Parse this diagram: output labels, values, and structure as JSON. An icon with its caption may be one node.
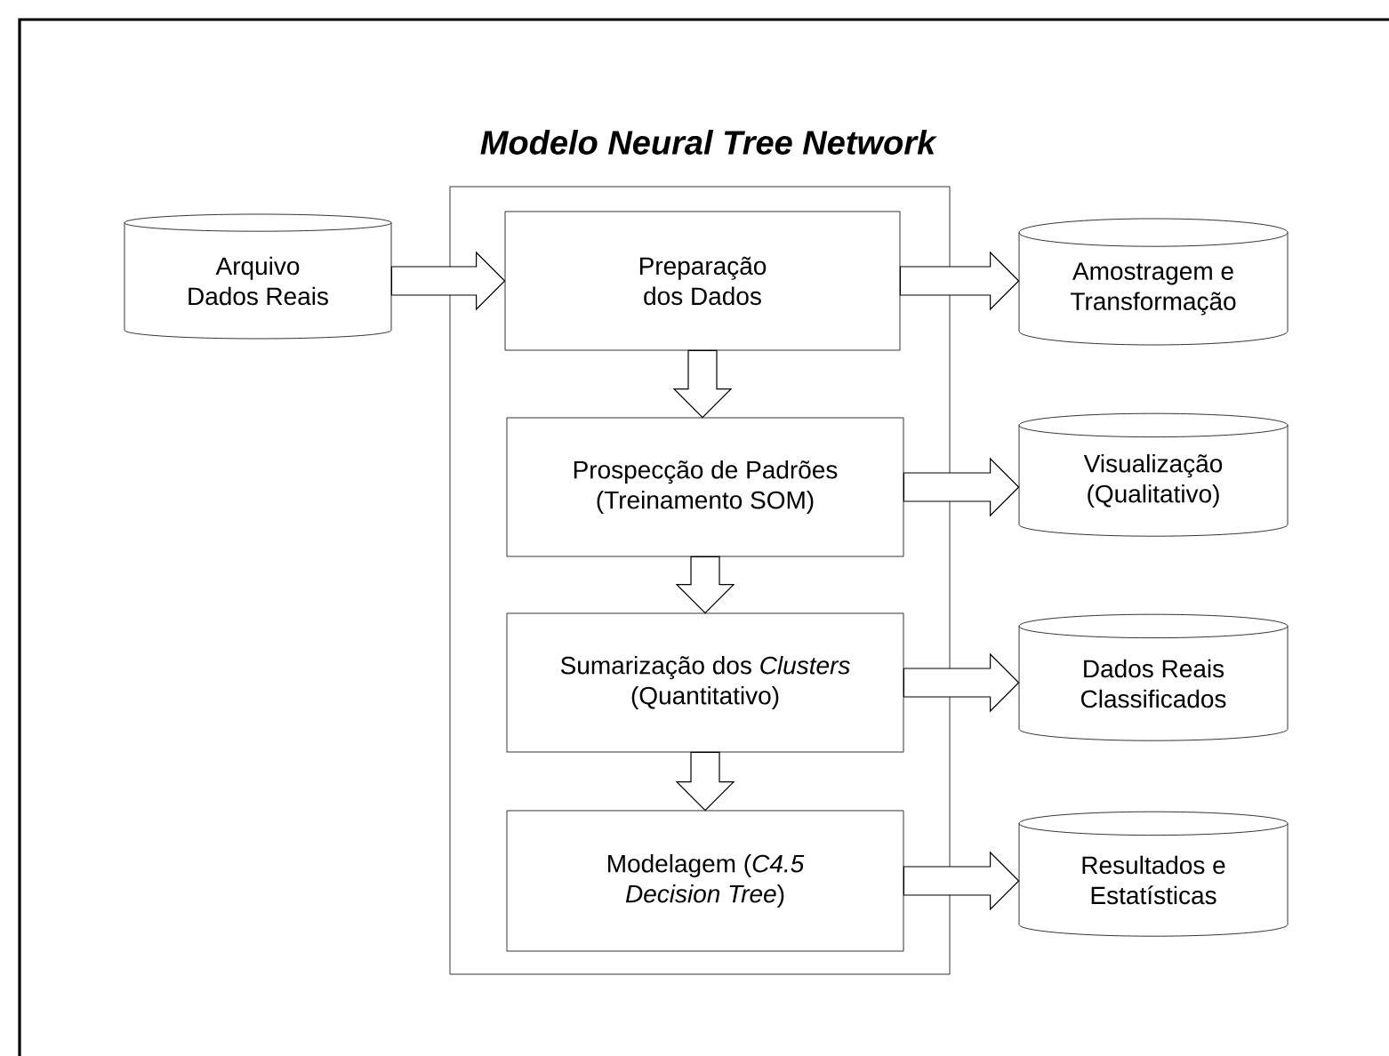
{
  "diagram": {
    "title": "Modelo Neural Tree Network",
    "nodes": [
      {
        "text": [
          "Arquivo Dados Reais"
        ]
      },
      {
        "text": [],
        "shape": "box"
      },
      {
        "text": [
          "Preparação dos Dados"
        ],
        "in": 1
      },
      {
        "text": [
          "Prospecção de Padrões (Treinamento SOM)"
        ],
        "in": 1
      },
      {
        "text": [
          "Sumarização dos *Clusters* (Quantitativo)"
        ],
        "in": 1
      },
      {
        "text": [
          "Modelagem (*C4.5 Decision Tree*)"
        ],
        "in": 1
      },
      {
        "text": [
          "Amostragem e Transformação"
        ]
      },
      {
        "text": [
          "Visualização (Qualitativo)"
        ]
      },
      {
        "text": [
          "Dados Reais Classificados"
        ]
      },
      {
        "text": [
          "Resultados e Estatísticas"
        ]
      }
    ],
    "edges": [
      {
        "from": 0,
        "to": 2,
        "arrow": "to"
      },
      {
        "from": 2,
        "to": 3,
        "arrow": "to"
      },
      {
        "from": 3,
        "to": 4,
        "arrow": "to"
      },
      {
        "from": 4,
        "to": 5,
        "arrow": "to"
      },
      {
        "from": 2,
        "to": 6,
        "arrow": "to"
      },
      {
        "from": 3,
        "to": 7,
        "arrow": "to"
      },
      {
        "from": 4,
        "to": 8,
        "arrow": "to"
      },
      {
        "from": 5,
        "to": 9,
        "arrow": "to"
      }
    ]
  }
}
